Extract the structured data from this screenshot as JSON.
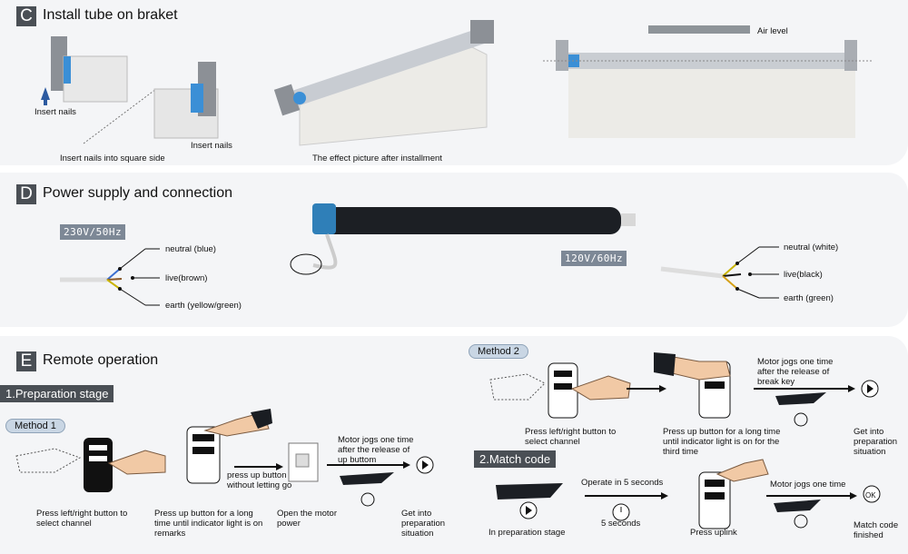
{
  "section_c": {
    "letter": "C",
    "title": "Install tube on braket",
    "insert_nails_1": "Insert nails",
    "insert_nails_2": "Insert nails",
    "caption_square": "Insert nails into square side",
    "caption_effect": "The effect picture after installment",
    "air_level": "Air level"
  },
  "section_d": {
    "letter": "D",
    "title": "Power supply and connection",
    "left_voltage": "230V/50Hz",
    "left_wires": [
      "neutral (blue)",
      "live(brown)",
      "earth (yellow/green)"
    ],
    "right_voltage": "120V/60Hz",
    "right_wires": [
      "neutral (white)",
      "live(black)",
      "earth (green)"
    ]
  },
  "section_e": {
    "letter": "E",
    "title": "Remote operation",
    "prep_stage": "1.Preparation stage",
    "method1": {
      "label": "Method 1",
      "step1": "Press left/right button to select channel",
      "step2": "Press up button for a long time until indicator light is on remarks",
      "press_up_note": "press up button without letting go",
      "step3": "Open the motor power",
      "motor_note": "Motor jogs one time after the release of up buttom",
      "step4": "Get into preparation situation"
    },
    "method2": {
      "label": "Method 2",
      "step1": "Press left/right button to select channel",
      "step2": "Press up button for a long time until indicator light is on for the third time",
      "motor_note": "Motor jogs one time after the release of break key",
      "step3": "Get into preparation situation"
    },
    "match_code": {
      "title": "2.Match code",
      "step1": "In preparation stage",
      "operate_note": "Operate in 5 seconds",
      "seconds": "5 seconds",
      "step2": "Press uplink",
      "motor_note": "Motor jogs one time",
      "step3": "Match code finished"
    }
  }
}
